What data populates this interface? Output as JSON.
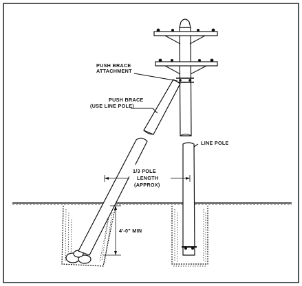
{
  "labels": {
    "attachment_line1": "PUSH BRACE",
    "attachment_line2": "ATTACHMENT",
    "brace_line1": "PUSH BRACE",
    "brace_line2": "(USE LINE POLE)",
    "line_pole": "LINE POLE",
    "length_line1": "1/3 POLE",
    "length_line2": "LENGTH",
    "length_line3": "(APPROX)",
    "depth": "4'-0\" MIN"
  },
  "colors": {
    "ink": "#111111",
    "paper": "#ffffff"
  }
}
